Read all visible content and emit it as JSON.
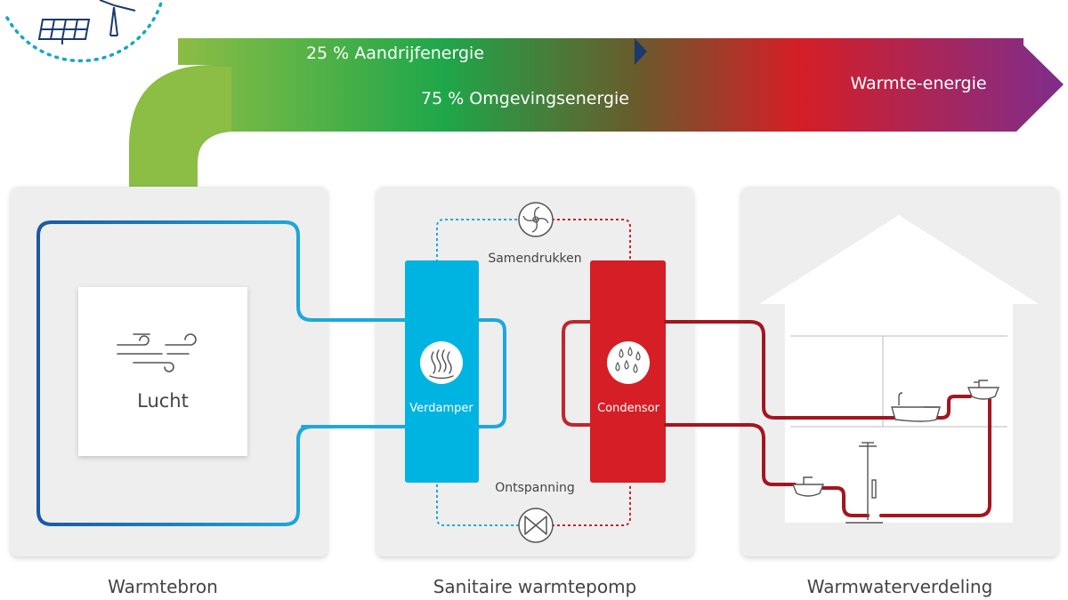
{
  "energy_flow": {
    "drive_energy_label": "25 % Aandrijfenergie",
    "ambient_energy_label": "75 % Omgevingsenergie",
    "heat_energy_label": "Warmte-energie"
  },
  "panels": {
    "source": {
      "title": "Warmtebron",
      "medium_label": "Lucht"
    },
    "heat_pump": {
      "title": "Sanitaire warmtepomp",
      "compress_label": "Samendrukken",
      "expand_label": "Ontspanning",
      "evaporator_label": "Verdamper",
      "condenser_label": "Condensor"
    },
    "distribution": {
      "title": "Warmwaterverdeling"
    }
  },
  "colors": {
    "green": "#8cbd44",
    "mid_green": "#1ea74a",
    "red": "#d51e26",
    "purple": "#7e2d8c",
    "navy": "#1a3a6b",
    "cyan": "#00b4e1",
    "dark_blue": "#1b58a3",
    "dark_red": "#a4151f",
    "panel_bg": "#eeeeee",
    "sky_dots": "#14a6c8"
  },
  "icons": [
    "solar-panel-icon",
    "wind-turbine-icon",
    "wind-icon",
    "fan-icon",
    "valve-icon",
    "heat-waves-icon",
    "droplets-icon",
    "bathtub-icon",
    "sink-icon",
    "shower-icon"
  ]
}
